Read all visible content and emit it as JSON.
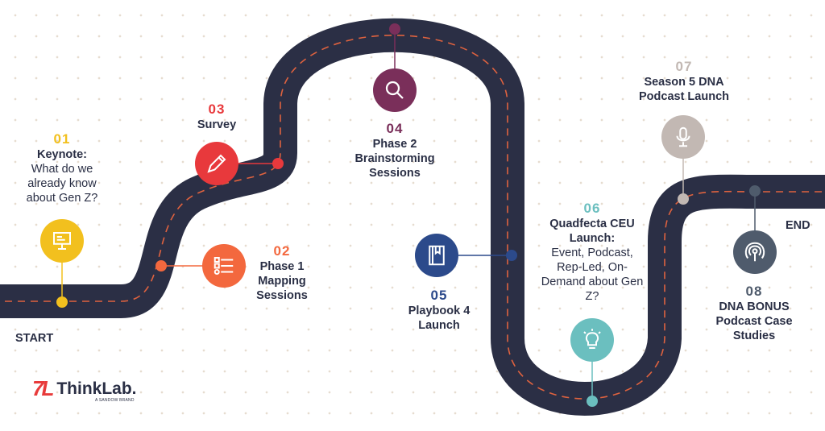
{
  "colors": {
    "road": "#2b2f45",
    "yellow": "#f2c01e",
    "orange": "#f3683e",
    "red": "#e8393c",
    "plum": "#7a2f5a",
    "navy": "#2c4a8b",
    "teal": "#6bbfbf",
    "taupe": "#c2b8b3",
    "slate": "#4f5b6c"
  },
  "start_label": "START",
  "end_label": "END",
  "steps": [
    {
      "num": "01",
      "title": "Keynote:",
      "desc": "What do we already know about Gen Z?",
      "icon": "presentation-board-icon"
    },
    {
      "num": "02",
      "title": "Phase 1 Mapping Sessions",
      "icon": "checklist-icon"
    },
    {
      "num": "03",
      "title": "Survey",
      "icon": "pencil-icon"
    },
    {
      "num": "04",
      "title": "Phase 2 Brainstorming Sessions",
      "icon": "magnifier-icon"
    },
    {
      "num": "05",
      "title": "Playbook 4 Launch",
      "icon": "book-icon"
    },
    {
      "num": "06",
      "title": "Quadfecta CEU Launch:",
      "desc": "Event, Podcast, Rep-Led, On-Demand about Gen Z?",
      "icon": "lightbulb-icon"
    },
    {
      "num": "07",
      "title": "Season 5 DNA Podcast Launch",
      "icon": "microphone-icon"
    },
    {
      "num": "08",
      "title": "DNA BONUS Podcast Case Studies",
      "icon": "podcast-icon"
    }
  ],
  "logo": {
    "mark": "7L",
    "brand": "ThinkLab.",
    "sub": "A SANDOW BRAND"
  }
}
